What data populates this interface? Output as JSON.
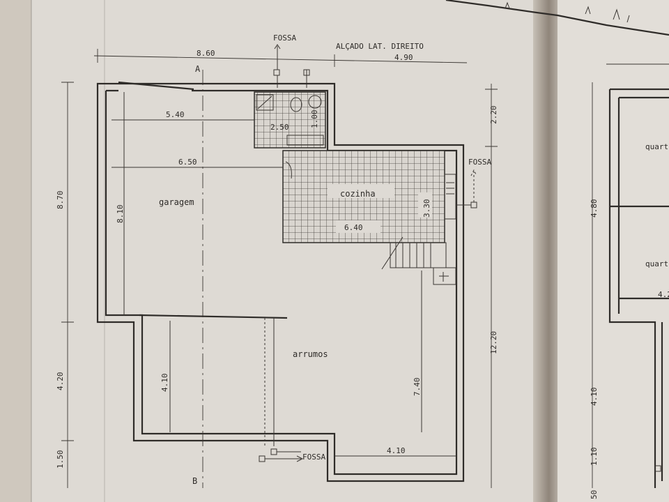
{
  "labels": {
    "fossa_top": "FOSSA",
    "elevation": "ALÇADO LAT. DIREITO",
    "fossa_right": "FOSSA",
    "fossa_bottom": "FOSSA",
    "section_a": "A",
    "section_b": "B"
  },
  "dimensions": {
    "top_total": "8.60",
    "top_right": "4.90",
    "garage_upper": "5.40",
    "garage_mid": "6.50",
    "left_total": "8.70",
    "garage_depth": "8.10",
    "left_lower": "4.20",
    "left_bottom": "1.50",
    "wc_a": "2.50",
    "wc_b": "1.00",
    "kitchen_h": "3.30",
    "kitchen_w": "6.40",
    "right_top": "2.20",
    "right_total": "12.20",
    "storage_depth": "7.40",
    "storage_left": "4.10",
    "bottom_width": "4.10"
  },
  "rooms": {
    "garage": "garagem",
    "kitchen": "cozinha",
    "storage": "arrumos"
  },
  "adjacent_sheet": {
    "room_1": "quart",
    "room_2": "quart",
    "dim_a": "4.80",
    "dim_b": "4.10",
    "dim_c": "1.10",
    "dim_d": "50",
    "dim_e": "4.2"
  },
  "colors": {
    "paper": "#dedad4",
    "paper_shadow": "#c9c3bb",
    "ink": "#2f2c29",
    "right_sheet": "#e2ded8"
  }
}
